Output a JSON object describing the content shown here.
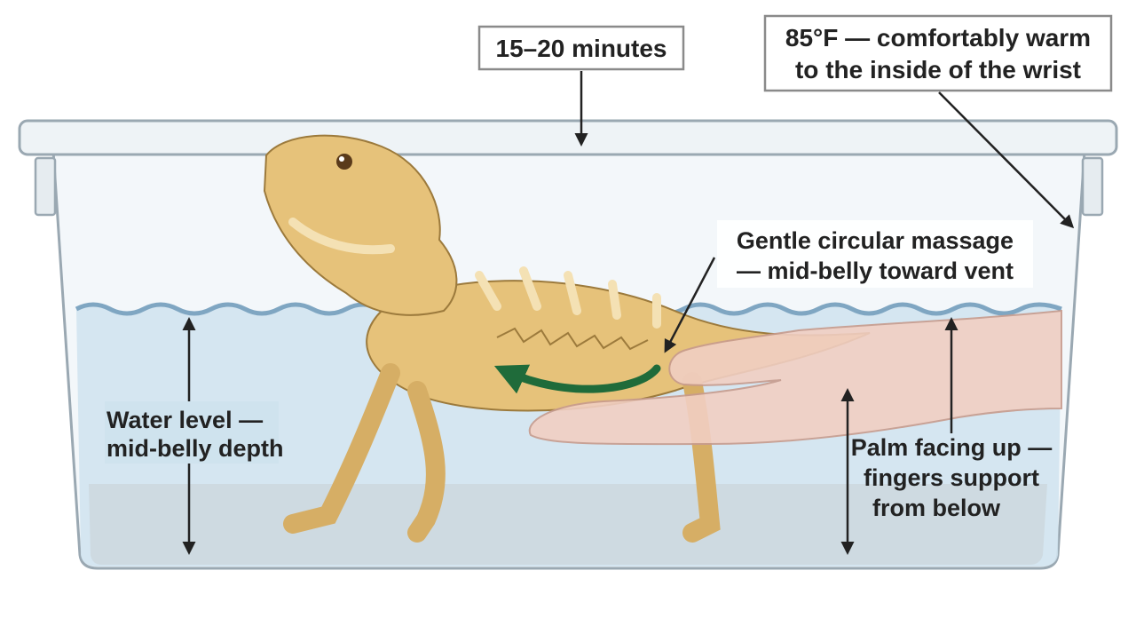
{
  "labels": {
    "duration": "15–20 minutes",
    "temperature_line1": "85°F — comfortably warm",
    "temperature_line2": "to the inside of the wrist",
    "massage_line1": "Gentle circular massage",
    "massage_line2": "— mid-belly toward vent",
    "water_line1": "Water level —",
    "water_line2": "mid-belly depth",
    "palm_line1": "Palm facing up —",
    "palm_line2": "fingers support",
    "palm_line3": "from below"
  },
  "colors": {
    "water": "#cfe3ee",
    "water_line": "#7fa6c2",
    "tub_outline": "#9aa8b2",
    "lizard_body": "#e6c27a",
    "lizard_stripe": "#f4e1b4",
    "massage_arrow": "#1f6b3a",
    "hand": "#f1cfc3",
    "label_text": "#222222"
  },
  "icons": {
    "subject": "bearded-dragon-illustration",
    "hand": "supporting-hand-illustration",
    "massage": "curved-arrow-icon"
  }
}
